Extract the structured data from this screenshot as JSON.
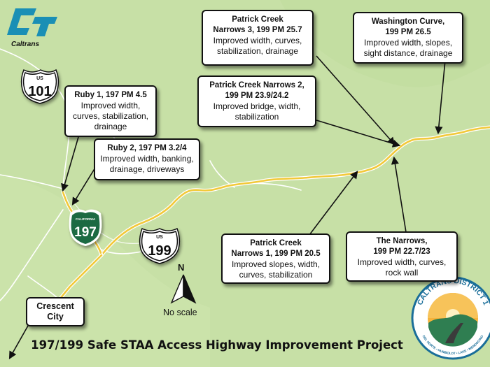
{
  "logo": {
    "wordmark": "Caltrans",
    "brand_color": "#1a8fb5"
  },
  "shields": {
    "us101": {
      "top": "US",
      "number": "101"
    },
    "ca197": {
      "top": "CALIFORNIA",
      "number": "197",
      "color": "#1f6b42"
    },
    "us199": {
      "top": "US",
      "number": "199"
    }
  },
  "callouts": {
    "ruby1": {
      "title": "Ruby 1, 197 PM 4.5",
      "desc_1": "Improved width,",
      "desc_2": "curves, stabilization,",
      "desc_3": "drainage"
    },
    "ruby2": {
      "title": "Ruby 2, 197 PM 3.2/4",
      "desc_1": "Improved width, banking,",
      "desc_2": "drainage, driveways"
    },
    "pcn3": {
      "title_1": "Patrick Creek",
      "title_2": "Narrows 3, 199 PM 25.7",
      "desc_1": "Improved width, curves,",
      "desc_2": "stabilization, drainage"
    },
    "pcn2": {
      "title_1": "Patrick Creek Narrows 2,",
      "title_2": "199 PM 23.9/24.2",
      "desc_1": "Improved bridge, width,",
      "desc_2": "stabilization"
    },
    "washington": {
      "title_1": "Washington Curve,",
      "title_2": "199 PM 26.5",
      "desc_1": "Improved width, slopes,",
      "desc_2": "sight distance, drainage"
    },
    "pcn1": {
      "title_1": "Patrick Creek",
      "title_2": "Narrows 1, 199 PM 20.5",
      "desc_1": "Improved slopes, width,",
      "desc_2": "curves, stabilization"
    },
    "narrows": {
      "title_1": "The Narrows,",
      "title_2": "199 PM 22.7/23",
      "desc_1": "Improved width, curves,",
      "desc_2": "rock wall"
    }
  },
  "city": {
    "line_1": "Crescent",
    "line_2": "City"
  },
  "compass": {
    "north": "N",
    "scale_note": "No scale"
  },
  "district_badge": {
    "top_text": "CALTRANS DISTRICT 1",
    "bottom_text": "DEL NORTE • HUMBOLDT • LAKE • MENDOCINO"
  },
  "project_title": "197/199 Safe STAA Access Highway Improvement Project",
  "colors": {
    "land": "#c7e0a6",
    "road": "#f2c93a",
    "road_edge": "#ffffff"
  }
}
